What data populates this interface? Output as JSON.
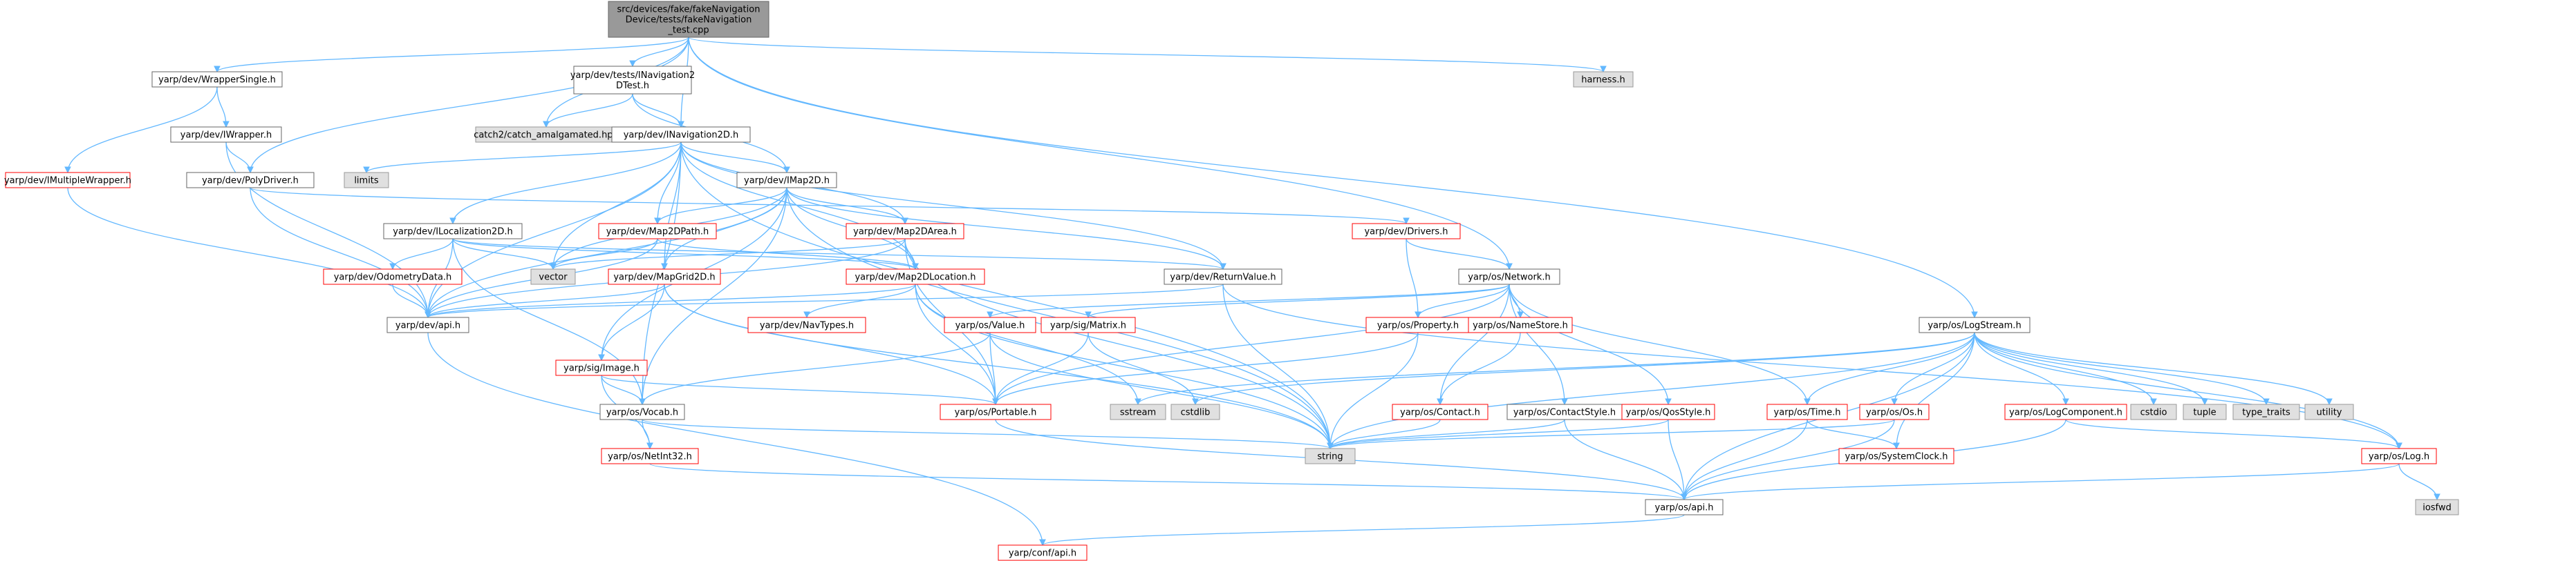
{
  "colors": {
    "edge": "#63b8ff",
    "node_border": "#666666",
    "node_red_border": "#ff0000",
    "node_gray_fill": "#e0e0e0",
    "node_root_fill": "#999999"
  },
  "nodes": [
    {
      "id": "root",
      "label": "src/devices/fake/fakeNavigation\nDevice/tests/fakeNavigation\n_test.cpp",
      "style": "root"
    },
    {
      "id": "wrappersingle",
      "label": "yarp/dev/WrapperSingle.h",
      "style": "normal"
    },
    {
      "id": "testnav",
      "label": "yarp/dev/tests/INavigation2\nDTest.h",
      "style": "normal"
    },
    {
      "id": "harness",
      "label": "harness.h",
      "style": "gray"
    },
    {
      "id": "iwrapper",
      "label": "yarp/dev/IWrapper.h",
      "style": "normal"
    },
    {
      "id": "imultiwrapper",
      "label": "yarp/dev/IMultipleWrapper.h",
      "style": "red"
    },
    {
      "id": "catch2",
      "label": "catch2/catch_amalgamated.hpp",
      "style": "gray"
    },
    {
      "id": "inav2d",
      "label": "yarp/dev/INavigation2D.h",
      "style": "normal"
    },
    {
      "id": "limits",
      "label": "limits",
      "style": "gray"
    },
    {
      "id": "polydriver",
      "label": "yarp/dev/PolyDriver.h",
      "style": "normal"
    },
    {
      "id": "imap2d",
      "label": "yarp/dev/IMap2D.h",
      "style": "normal"
    },
    {
      "id": "drivers",
      "label": "yarp/dev/Drivers.h",
      "style": "red"
    },
    {
      "id": "iloc2d",
      "label": "yarp/dev/ILocalization2D.h",
      "style": "normal"
    },
    {
      "id": "map2dpath",
      "label": "yarp/dev/Map2DPath.h",
      "style": "red"
    },
    {
      "id": "map2darea",
      "label": "yarp/dev/Map2DArea.h",
      "style": "red"
    },
    {
      "id": "network",
      "label": "yarp/os/Network.h",
      "style": "normal"
    },
    {
      "id": "vector",
      "label": "vector",
      "style": "gray"
    },
    {
      "id": "odometry",
      "label": "yarp/dev/OdometryData.h",
      "style": "red"
    },
    {
      "id": "mapgrid2d",
      "label": "yarp/dev/MapGrid2D.h",
      "style": "red"
    },
    {
      "id": "map2dloc",
      "label": "yarp/dev/Map2DLocation.h",
      "style": "red"
    },
    {
      "id": "returnvalue",
      "label": "yarp/dev/ReturnValue.h",
      "style": "normal"
    },
    {
      "id": "logstream",
      "label": "yarp/os/LogStream.h",
      "style": "normal"
    },
    {
      "id": "devapi",
      "label": "yarp/dev/api.h",
      "style": "normal"
    },
    {
      "id": "sigimage",
      "label": "yarp/sig/Image.h",
      "style": "red"
    },
    {
      "id": "navtypes",
      "label": "yarp/dev/NavTypes.h",
      "style": "red"
    },
    {
      "id": "osvalue",
      "label": "yarp/os/Value.h",
      "style": "red"
    },
    {
      "id": "sigmatrix",
      "label": "yarp/sig/Matrix.h",
      "style": "red"
    },
    {
      "id": "property",
      "label": "yarp/os/Property.h",
      "style": "red"
    },
    {
      "id": "namestore",
      "label": "yarp/os/NameStore.h",
      "style": "red"
    },
    {
      "id": "vocab",
      "label": "yarp/os/Vocab.h",
      "style": "normal"
    },
    {
      "id": "portable",
      "label": "yarp/os/Portable.h",
      "style": "red"
    },
    {
      "id": "sstream",
      "label": "sstream",
      "style": "gray"
    },
    {
      "id": "cstdlib",
      "label": "cstdlib",
      "style": "gray"
    },
    {
      "id": "contact",
      "label": "yarp/os/Contact.h",
      "style": "red"
    },
    {
      "id": "contactstyle",
      "label": "yarp/os/ContactStyle.h",
      "style": "normal"
    },
    {
      "id": "qosstyle",
      "label": "yarp/os/QosStyle.h",
      "style": "red"
    },
    {
      "id": "ostime",
      "label": "yarp/os/Time.h",
      "style": "red"
    },
    {
      "id": "osos",
      "label": "yarp/os/Os.h",
      "style": "red"
    },
    {
      "id": "logcomponent",
      "label": "yarp/os/LogComponent.h",
      "style": "red"
    },
    {
      "id": "cstdio",
      "label": "cstdio",
      "style": "gray"
    },
    {
      "id": "tuple",
      "label": "tuple",
      "style": "gray"
    },
    {
      "id": "typetraits",
      "label": "type_traits",
      "style": "gray"
    },
    {
      "id": "utility",
      "label": "utility",
      "style": "gray"
    },
    {
      "id": "netint32",
      "label": "yarp/os/NetInt32.h",
      "style": "red"
    },
    {
      "id": "string",
      "label": "string",
      "style": "gray"
    },
    {
      "id": "systemclock",
      "label": "yarp/os/SystemClock.h",
      "style": "red"
    },
    {
      "id": "oslog",
      "label": "yarp/os/Log.h",
      "style": "red"
    },
    {
      "id": "iosfwd",
      "label": "iosfwd",
      "style": "gray"
    },
    {
      "id": "osapi",
      "label": "yarp/os/api.h",
      "style": "normal"
    },
    {
      "id": "confapi",
      "label": "yarp/conf/api.h",
      "style": "red"
    }
  ],
  "edges": [
    [
      "root",
      "wrappersingle"
    ],
    [
      "root",
      "testnav"
    ],
    [
      "root",
      "harness"
    ],
    [
      "root",
      "catch2"
    ],
    [
      "root",
      "inav2d"
    ],
    [
      "root",
      "polydriver"
    ],
    [
      "root",
      "network"
    ],
    [
      "root",
      "logstream"
    ],
    [
      "wrappersingle",
      "iwrapper"
    ],
    [
      "wrappersingle",
      "imultiwrapper"
    ],
    [
      "testnav",
      "catch2"
    ],
    [
      "testnav",
      "inav2d"
    ],
    [
      "testnav",
      "imap2d"
    ],
    [
      "iwrapper",
      "polydriver"
    ],
    [
      "iwrapper",
      "devapi"
    ],
    [
      "imultiwrapper",
      "devapi"
    ],
    [
      "polydriver",
      "drivers"
    ],
    [
      "polydriver",
      "devapi"
    ],
    [
      "inav2d",
      "limits"
    ],
    [
      "inav2d",
      "imap2d"
    ],
    [
      "inav2d",
      "iloc2d"
    ],
    [
      "inav2d",
      "map2dpath"
    ],
    [
      "inav2d",
      "map2darea"
    ],
    [
      "inav2d",
      "map2dloc"
    ],
    [
      "inav2d",
      "returnvalue"
    ],
    [
      "inav2d",
      "devapi"
    ],
    [
      "inav2d",
      "vocab"
    ],
    [
      "inav2d",
      "string"
    ],
    [
      "inav2d",
      "vector"
    ],
    [
      "inav2d",
      "mapgrid2d"
    ],
    [
      "imap2d",
      "map2dpath"
    ],
    [
      "imap2d",
      "map2darea"
    ],
    [
      "imap2d",
      "map2dloc"
    ],
    [
      "imap2d",
      "mapgrid2d"
    ],
    [
      "imap2d",
      "returnvalue"
    ],
    [
      "imap2d",
      "devapi"
    ],
    [
      "imap2d",
      "vector"
    ],
    [
      "imap2d",
      "string"
    ],
    [
      "imap2d",
      "vocab"
    ],
    [
      "imap2d",
      "sigimage"
    ],
    [
      "iloc2d",
      "odometry"
    ],
    [
      "iloc2d",
      "map2dloc"
    ],
    [
      "iloc2d",
      "devapi"
    ],
    [
      "iloc2d",
      "vector"
    ],
    [
      "iloc2d",
      "returnvalue"
    ],
    [
      "iloc2d",
      "vocab"
    ],
    [
      "map2dpath",
      "map2dloc"
    ],
    [
      "map2dpath",
      "vector"
    ],
    [
      "map2dpath",
      "devapi"
    ],
    [
      "map2darea",
      "map2dloc"
    ],
    [
      "map2darea",
      "vector"
    ],
    [
      "map2darea",
      "portable"
    ],
    [
      "map2darea",
      "string"
    ],
    [
      "map2darea",
      "devapi"
    ],
    [
      "mapgrid2d",
      "sigimage"
    ],
    [
      "mapgrid2d",
      "portable"
    ],
    [
      "mapgrid2d",
      "devapi"
    ],
    [
      "mapgrid2d",
      "string"
    ],
    [
      "map2dloc",
      "navtypes"
    ],
    [
      "map2dloc",
      "portable"
    ],
    [
      "map2dloc",
      "string"
    ],
    [
      "map2dloc",
      "devapi"
    ],
    [
      "map2dloc",
      "sstream"
    ],
    [
      "odometry",
      "devapi"
    ],
    [
      "returnvalue",
      "devapi"
    ],
    [
      "returnvalue",
      "string"
    ],
    [
      "returnvalue",
      "oslog"
    ],
    [
      "drivers",
      "property"
    ],
    [
      "drivers",
      "network"
    ],
    [
      "network",
      "contact"
    ],
    [
      "network",
      "contactstyle"
    ],
    [
      "network",
      "qosstyle"
    ],
    [
      "network",
      "namestore"
    ],
    [
      "network",
      "property"
    ],
    [
      "network",
      "ostime"
    ],
    [
      "network",
      "osvalue"
    ],
    [
      "network",
      "sigmatrix"
    ],
    [
      "network",
      "portable"
    ],
    [
      "osvalue",
      "portable"
    ],
    [
      "osvalue",
      "string"
    ],
    [
      "osvalue",
      "vocab"
    ],
    [
      "sigmatrix",
      "portable"
    ],
    [
      "sigmatrix",
      "cstdlib"
    ],
    [
      "sigimage",
      "portable"
    ],
    [
      "sigimage",
      "netint32"
    ],
    [
      "sigimage",
      "vocab"
    ],
    [
      "property",
      "portable"
    ],
    [
      "property",
      "string"
    ],
    [
      "namestore",
      "contact"
    ],
    [
      "devapi",
      "confapi"
    ],
    [
      "vocab",
      "string"
    ],
    [
      "vocab",
      "netint32"
    ],
    [
      "portable",
      "osapi"
    ],
    [
      "contact",
      "string"
    ],
    [
      "contactstyle",
      "string"
    ],
    [
      "contactstyle",
      "osapi"
    ],
    [
      "qosstyle",
      "osapi"
    ],
    [
      "qosstyle",
      "string"
    ],
    [
      "netint32",
      "osapi"
    ],
    [
      "logstream",
      "string"
    ],
    [
      "logstream",
      "sstream"
    ],
    [
      "logstream",
      "cstdlib"
    ],
    [
      "logstream",
      "ostime"
    ],
    [
      "logstream",
      "osos"
    ],
    [
      "logstream",
      "logcomponent"
    ],
    [
      "logstream",
      "cstdio"
    ],
    [
      "logstream",
      "tuple"
    ],
    [
      "logstream",
      "typetraits"
    ],
    [
      "logstream",
      "utility"
    ],
    [
      "logstream",
      "oslog"
    ],
    [
      "logstream",
      "systemclock"
    ],
    [
      "logstream",
      "osapi"
    ],
    [
      "ostime",
      "systemclock"
    ],
    [
      "ostime",
      "osapi"
    ],
    [
      "osos",
      "osapi"
    ],
    [
      "osos",
      "string"
    ],
    [
      "logcomponent",
      "oslog"
    ],
    [
      "logcomponent",
      "osapi"
    ],
    [
      "oslog",
      "iosfwd"
    ],
    [
      "oslog",
      "osapi"
    ],
    [
      "osapi",
      "confapi"
    ]
  ]
}
